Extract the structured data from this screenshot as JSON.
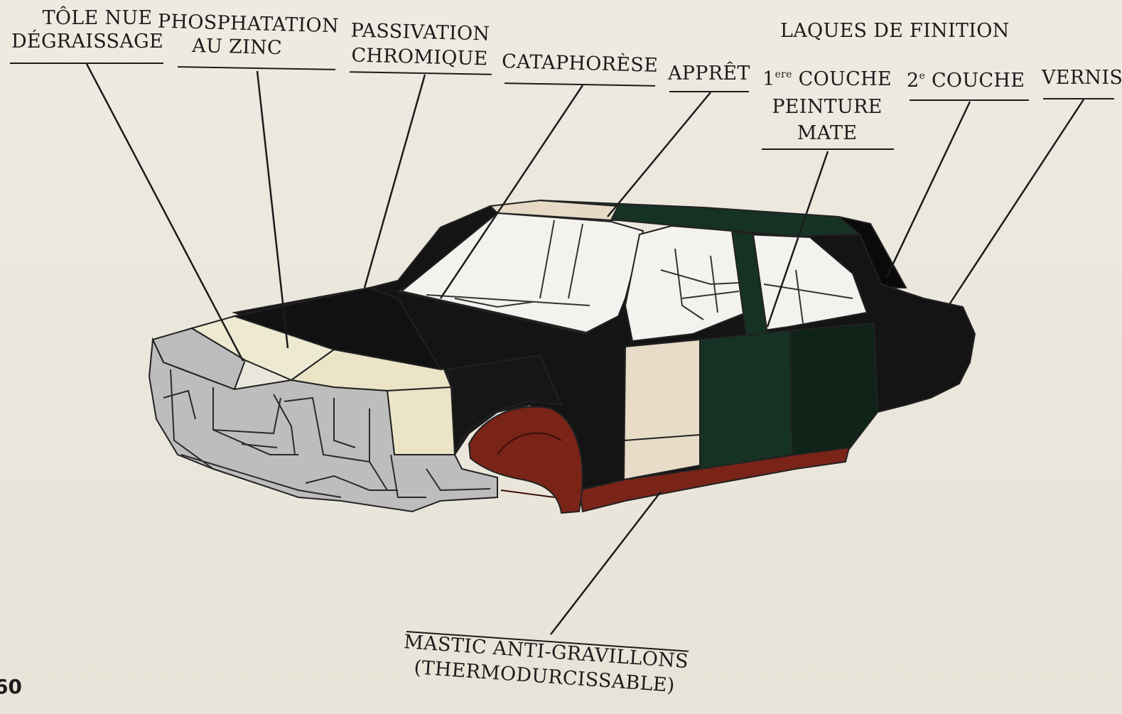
{
  "labels": {
    "tole_nue": "TÔLE NUE",
    "degraissage": "DÉGRAISSAGE",
    "phosphatation": "PHOSPHATATION",
    "au_zinc": "AU ZINC",
    "passivation": "PASSIVATION",
    "chromique": "CHROMIQUE",
    "cataphorese": "CATAPHORÈSE",
    "appret": "APPRÊT",
    "laques_de_finition": "LAQUES DE FINITION",
    "premiere_num": "1",
    "premiere_sup": "ere",
    "premiere_couche": "COUCHE",
    "peinture": "PEINTURE",
    "mate": "MATE",
    "deuxieme_num": "2",
    "deuxieme_sup": "e",
    "deuxieme_couche": "COUCHE",
    "vernis": "VERNIS",
    "mastic_line1": "MASTIC ANTI-GRAVILLONS",
    "mastic_line2": "(THERMODURCISSABLE)"
  },
  "page_number": "60",
  "colors": {
    "bare_metal": "#bcbcbc",
    "zinc_phosphate": "#eeead0",
    "chrome_passivation": "#ede6c8",
    "cataphoresis": "#161616",
    "primer": "#e6dac6",
    "matte_first_coat": "#163225",
    "second_coat": "#0e1e16",
    "varnish": "#0a0a0a",
    "anti_chip_mastic": "#7a2418",
    "outline": "#222222"
  }
}
